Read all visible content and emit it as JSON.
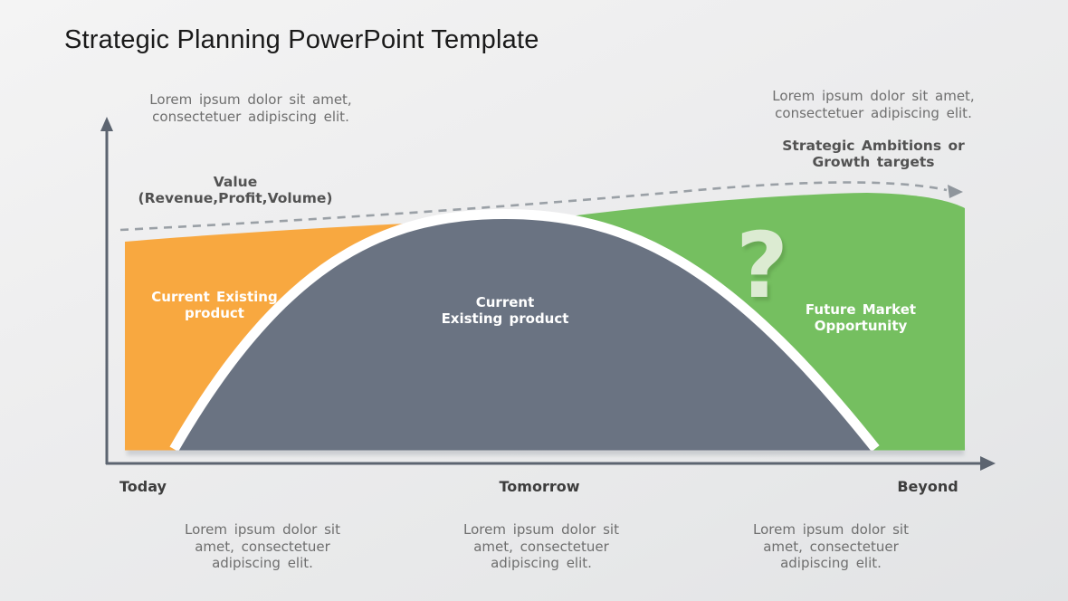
{
  "slide_title": "Strategic Planning PowerPoint Template",
  "annotations": {
    "top_left": "Lorem ipsum dolor sit amet,\nconsectetuer adipiscing elit.",
    "value_label": "Value\n(Revenue,Profit,Volume)",
    "top_right": "Lorem ipsum dolor sit amet,\nconsectetuer adipiscing elit.",
    "ambitions_label": "Strategic Ambitions or\nGrowth targets",
    "bottom_left": "Lorem ipsum dolor sit\namet, consectetuer\nadipiscing elit.",
    "bottom_center": "Lorem ipsum dolor sit\namet, consectetuer\nadipiscing elit.",
    "bottom_right": "Lorem ipsum dolor sit\namet, consectetuer\nadipiscing elit."
  },
  "timeline_labels": [
    "Today",
    "Tomorrow",
    "Beyond"
  ],
  "regions": {
    "left": {
      "label": "Current Existing\nproduct",
      "color": "#F8A840"
    },
    "dome": {
      "label": "Current\nExisting product",
      "color": "#6A7382"
    },
    "right": {
      "label": "Future Market\nOpportunity",
      "color": "#75BF60"
    }
  },
  "question_mark_glyph": "?",
  "colors": {
    "axis": "#5C6470",
    "dashed_trend": "#9aa0a6",
    "region_label_text": "#FFFFFF",
    "muted_text": "#6E6E6E",
    "heading_text": "#525252",
    "question_mark": "#DCEBD2",
    "gap_band": "#FFFFFF"
  }
}
